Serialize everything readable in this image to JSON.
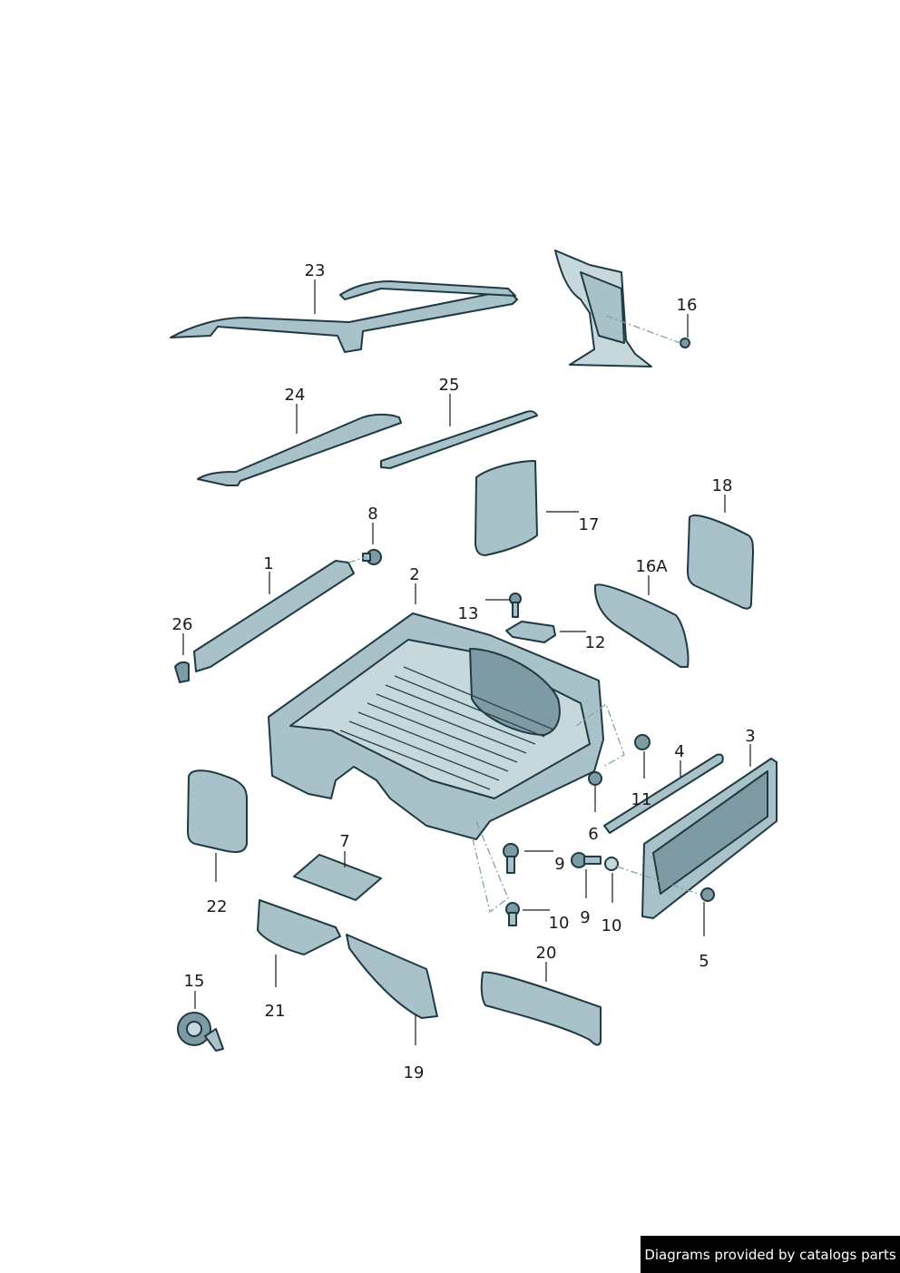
{
  "callouts": {
    "c1": "1",
    "c2": "2",
    "c3": "3",
    "c4": "4",
    "c5": "5",
    "c6": "6",
    "c7": "7",
    "c8": "8",
    "c9a": "9",
    "c9b": "9",
    "c10a": "10",
    "c10b": "10",
    "c11": "11",
    "c12": "12",
    "c13": "13",
    "c15": "15",
    "c16": "16",
    "c16a": "16A",
    "c17": "17",
    "c18": "18",
    "c19": "19",
    "c20": "20",
    "c21": "21",
    "c22": "22",
    "c23": "23",
    "c24": "24",
    "c25": "25",
    "c26": "26"
  },
  "footer": {
    "credit": "Diagrams provided by catalogs parts"
  },
  "colors": {
    "part_fill": "#a9c1c8",
    "outline": "#1f3a44",
    "background": "#ffffff"
  }
}
